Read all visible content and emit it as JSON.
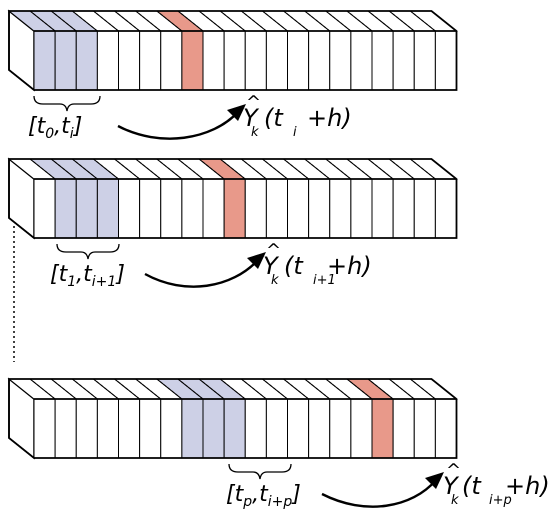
{
  "colors": {
    "window": "#cdd0e6",
    "target": "#e8998a",
    "stroke": "#000000",
    "fill": "#ffffff"
  },
  "strips": [
    {
      "window_start": 0,
      "window_end": 3,
      "target_cell": 7,
      "range_label": {
        "open": "[",
        "a": "t",
        "a_sub": "0",
        "sep": ",",
        "b": "t",
        "b_sub": "i",
        "close": "]"
      },
      "forecast_label": {
        "Y": "Y",
        "hat": "^",
        "Y_sub": "k",
        "paren_open": "(",
        "t": "t",
        "t_sub": "i",
        "rest": "+h)"
      }
    },
    {
      "window_start": 1,
      "window_end": 4,
      "target_cell": 9,
      "range_label": {
        "open": "[",
        "a": "t",
        "a_sub": "1",
        "sep": ",",
        "b": "t",
        "b_sub": "i+1",
        "close": "]"
      },
      "forecast_label": {
        "Y": "Y",
        "hat": "^",
        "Y_sub": "k",
        "paren_open": "(",
        "t": "t",
        "t_sub": "i+1",
        "rest": "+h)"
      }
    },
    {
      "window_start": 7,
      "window_end": 10,
      "target_cell": 16,
      "range_label": {
        "open": "[",
        "a": "t",
        "a_sub": "p",
        "sep": ",",
        "b": "t",
        "b_sub": "i+p",
        "close": "]"
      },
      "forecast_label": {
        "Y": "Y",
        "hat": "^",
        "Y_sub": "k",
        "paren_open": "(",
        "t": "t",
        "t_sub": "i+p",
        "rest": "+h)"
      }
    }
  ]
}
